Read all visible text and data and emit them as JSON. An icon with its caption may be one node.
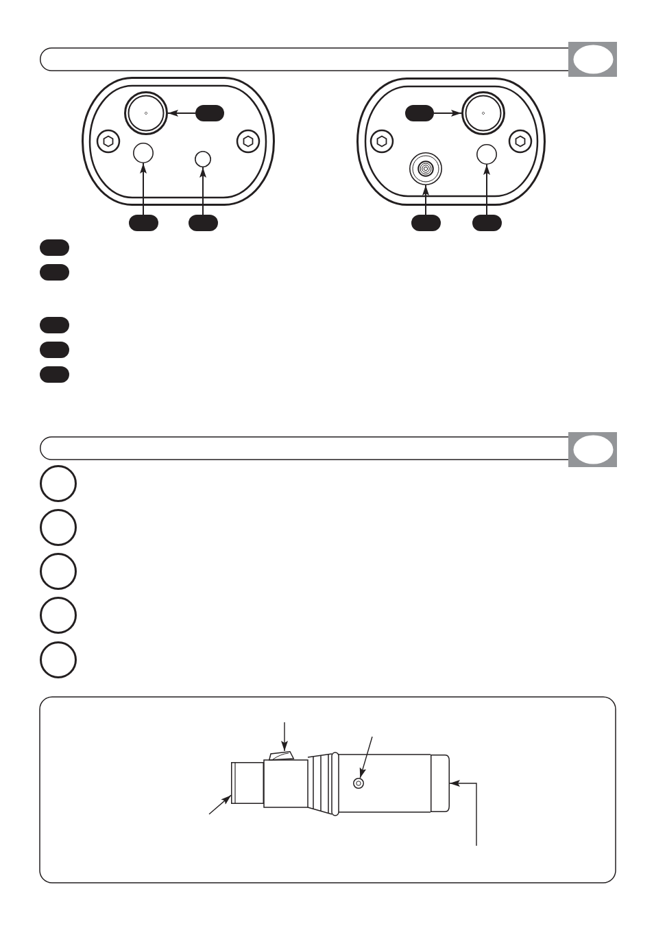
{
  "diagram": {
    "nodes": [
      {
        "text": [],
        "shape": "circle"
      },
      {
        "text": [],
        "shape": "box"
      },
      {
        "text": [],
        "shape": "box"
      },
      {
        "text": [],
        "shape": "circle"
      },
      {
        "text": [],
        "shape": "circle"
      },
      {
        "text": [],
        "shape": "circle"
      },
      {
        "text": [],
        "shape": "circle"
      },
      {
        "text": [],
        "shape": "circle"
      },
      {
        "text": [],
        "shape": "box"
      },
      {
        "text": [],
        "shape": "box"
      },
      {
        "text": [],
        "shape": "box"
      },
      {
        "text": [],
        "shape": "box"
      },
      {
        "text": [],
        "shape": "box"
      },
      {
        "text": [],
        "shape": "box"
      },
      {
        "text": [],
        "shape": "box"
      },
      {
        "text": [],
        "shape": "box"
      },
      {
        "text": [],
        "shape": "box"
      },
      {
        "text": [],
        "shape": "circle"
      },
      {
        "text": [],
        "shape": "circle"
      },
      {
        "text": [],
        "shape": "circle"
      },
      {
        "text": [],
        "shape": "circle"
      },
      {
        "text": [],
        "shape": "circle"
      },
      {
        "text": [],
        "shape": "box"
      },
      {
        "text": [],
        "shape": "circle"
      },
      {
        "text": [],
        "shape": "cylinder"
      },
      {
        "text": [],
        "shape": "cylinder"
      }
    ],
    "edges": [
      {
        "from": 1,
        "to": 0,
        "arrow": "to"
      },
      {
        "from": 2,
        "to": 3,
        "arrow": "to"
      },
      {
        "from": 8,
        "to": 4,
        "arrow": "to"
      },
      {
        "from": 9,
        "to": 5,
        "arrow": "to"
      },
      {
        "from": 10,
        "to": 6,
        "arrow": "to"
      },
      {
        "from": 11,
        "to": 7,
        "arrow": "to"
      },
      {
        "from": null,
        "to": 22,
        "arrow": "to"
      },
      {
        "from": null,
        "to": 23,
        "arrow": "to"
      },
      {
        "from": null,
        "to": 24,
        "arrow": "to"
      },
      {
        "from": null,
        "to": 25,
        "arrow": "to"
      }
    ]
  }
}
